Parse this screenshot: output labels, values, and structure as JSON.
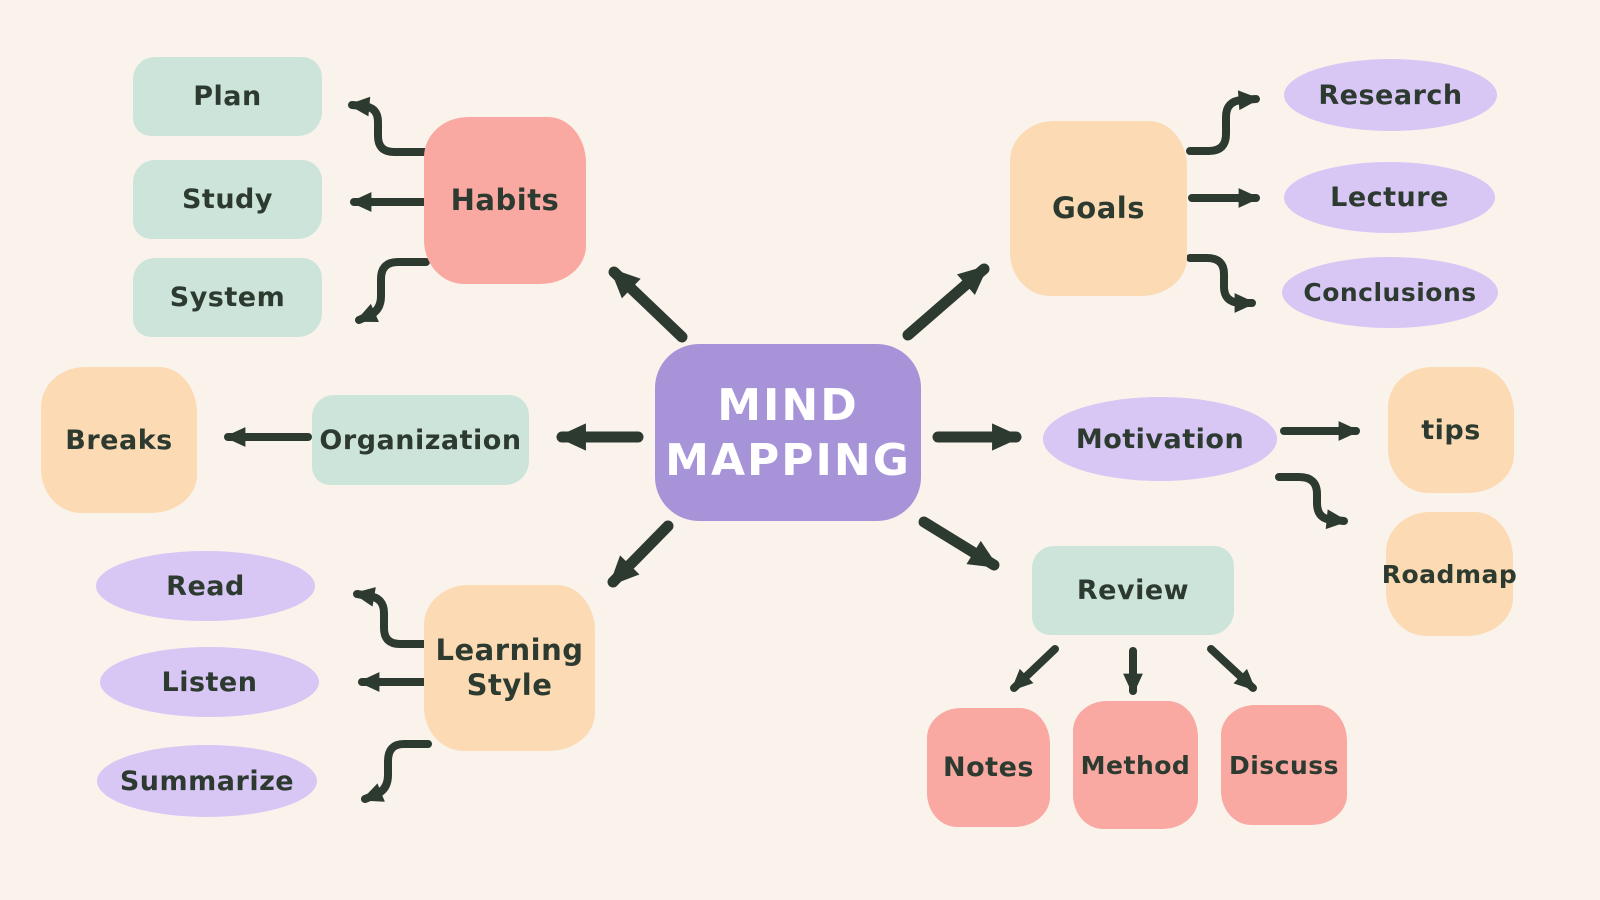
{
  "title": "MIND MAPPING",
  "colors": {
    "background": "#faf3ec",
    "ink": "#2c3a30",
    "center_fill": "#a793d8",
    "center_text": "#ffffff",
    "lavender": "#d8c6f4",
    "mint": "#cde4da",
    "peach": "#fbdab4",
    "pink": "#f9a9a2"
  },
  "nodes": {
    "center": {
      "label": "MIND MAPPING",
      "shape": "rounded-rect",
      "color": "#a793d8"
    },
    "habits": {
      "label": "Habits",
      "shape": "blob",
      "color": "#f9a9a2"
    },
    "plan": {
      "label": "Plan",
      "shape": "rect",
      "color": "#cde4da"
    },
    "study": {
      "label": "Study",
      "shape": "rect",
      "color": "#cde4da"
    },
    "system": {
      "label": "System",
      "shape": "rect",
      "color": "#cde4da"
    },
    "goals": {
      "label": "Goals",
      "shape": "blob",
      "color": "#fbdab4"
    },
    "research": {
      "label": "Research",
      "shape": "ellipse",
      "color": "#d8c6f4"
    },
    "lecture": {
      "label": "Lecture",
      "shape": "ellipse",
      "color": "#d8c6f4"
    },
    "conclusions": {
      "label": "Conclusions",
      "shape": "ellipse",
      "color": "#d8c6f4"
    },
    "organization": {
      "label": "Organization",
      "shape": "rect",
      "color": "#cde4da"
    },
    "breaks": {
      "label": "Breaks",
      "shape": "blob",
      "color": "#fbdab4"
    },
    "motivation": {
      "label": "Motivation",
      "shape": "ellipse",
      "color": "#d8c6f4"
    },
    "tips": {
      "label": "tips",
      "shape": "blob",
      "color": "#fbdab4"
    },
    "roadmap": {
      "label": "Roadmap",
      "shape": "blob",
      "color": "#fbdab4"
    },
    "review": {
      "label": "Review",
      "shape": "rect",
      "color": "#cde4da"
    },
    "notes": {
      "label": "Notes",
      "shape": "blob",
      "color": "#f9a9a2"
    },
    "method": {
      "label": "Method",
      "shape": "blob",
      "color": "#f9a9a2"
    },
    "discuss": {
      "label": "Discuss",
      "shape": "blob",
      "color": "#f9a9a2"
    },
    "learning_style": {
      "label": "Learning Style",
      "shape": "blob",
      "color": "#fbdab4"
    },
    "read": {
      "label": "Read",
      "shape": "ellipse",
      "color": "#d8c6f4"
    },
    "listen": {
      "label": "Listen",
      "shape": "ellipse",
      "color": "#d8c6f4"
    },
    "summarize": {
      "label": "Summarize",
      "shape": "ellipse",
      "color": "#d8c6f4"
    }
  },
  "edges": [
    {
      "from": "center",
      "to": "habits",
      "style": "straight-diagonal"
    },
    {
      "from": "center",
      "to": "goals",
      "style": "straight-diagonal"
    },
    {
      "from": "center",
      "to": "organization",
      "style": "straight-horizontal"
    },
    {
      "from": "center",
      "to": "motivation",
      "style": "straight-horizontal"
    },
    {
      "from": "center",
      "to": "learning_style",
      "style": "straight-diagonal"
    },
    {
      "from": "center",
      "to": "review",
      "style": "straight-diagonal"
    },
    {
      "from": "habits",
      "to": "plan",
      "style": "elbow-up"
    },
    {
      "from": "habits",
      "to": "study",
      "style": "straight-horizontal"
    },
    {
      "from": "habits",
      "to": "system",
      "style": "elbow-down"
    },
    {
      "from": "goals",
      "to": "research",
      "style": "elbow-up"
    },
    {
      "from": "goals",
      "to": "lecture",
      "style": "straight-horizontal"
    },
    {
      "from": "goals",
      "to": "conclusions",
      "style": "elbow-down"
    },
    {
      "from": "organization",
      "to": "breaks",
      "style": "straight-horizontal"
    },
    {
      "from": "motivation",
      "to": "tips",
      "style": "straight-horizontal"
    },
    {
      "from": "motivation",
      "to": "roadmap",
      "style": "s-curve-down"
    },
    {
      "from": "review",
      "to": "notes",
      "style": "straight-diagonal"
    },
    {
      "from": "review",
      "to": "method",
      "style": "straight-vertical"
    },
    {
      "from": "review",
      "to": "discuss",
      "style": "straight-diagonal"
    },
    {
      "from": "learning_style",
      "to": "read",
      "style": "elbow-up"
    },
    {
      "from": "learning_style",
      "to": "listen",
      "style": "straight-horizontal"
    },
    {
      "from": "learning_style",
      "to": "summarize",
      "style": "elbow-down"
    }
  ]
}
